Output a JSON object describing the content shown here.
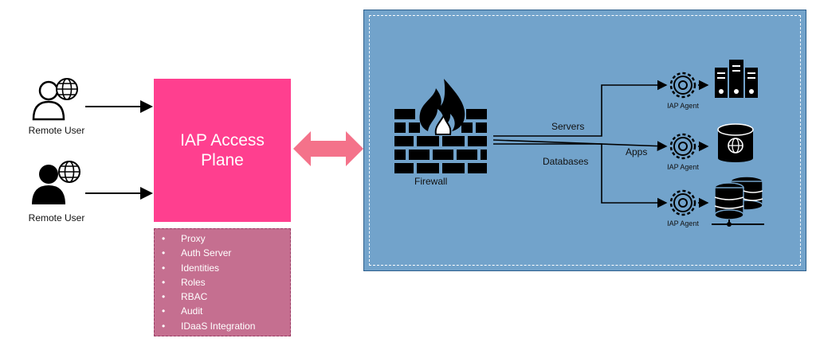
{
  "users": [
    {
      "label": "Remote User"
    },
    {
      "label": "Remote User"
    }
  ],
  "access_plane": {
    "title": "IAP Access Plane",
    "features": [
      "Proxy",
      "Auth Server",
      "Identities",
      "Roles",
      "RBAC",
      "Audit",
      "IDaaS Integration"
    ]
  },
  "network": {
    "firewall_label": "Firewall",
    "routes": [
      {
        "label": "Servers",
        "agent_label": "IAP Agent",
        "icon": "server-rack-icon"
      },
      {
        "label": "Apps",
        "agent_label": "IAP Agent",
        "icon": "globe-database-icon"
      },
      {
        "label": "Databases",
        "agent_label": "IAP Agent",
        "icon": "database-icon"
      }
    ]
  },
  "colors": {
    "access_plane": "#ff3f8f",
    "feature_box": "#c56f90",
    "network_panel": "#72a3cb",
    "bidirectional_arrow": "#f4728a"
  }
}
